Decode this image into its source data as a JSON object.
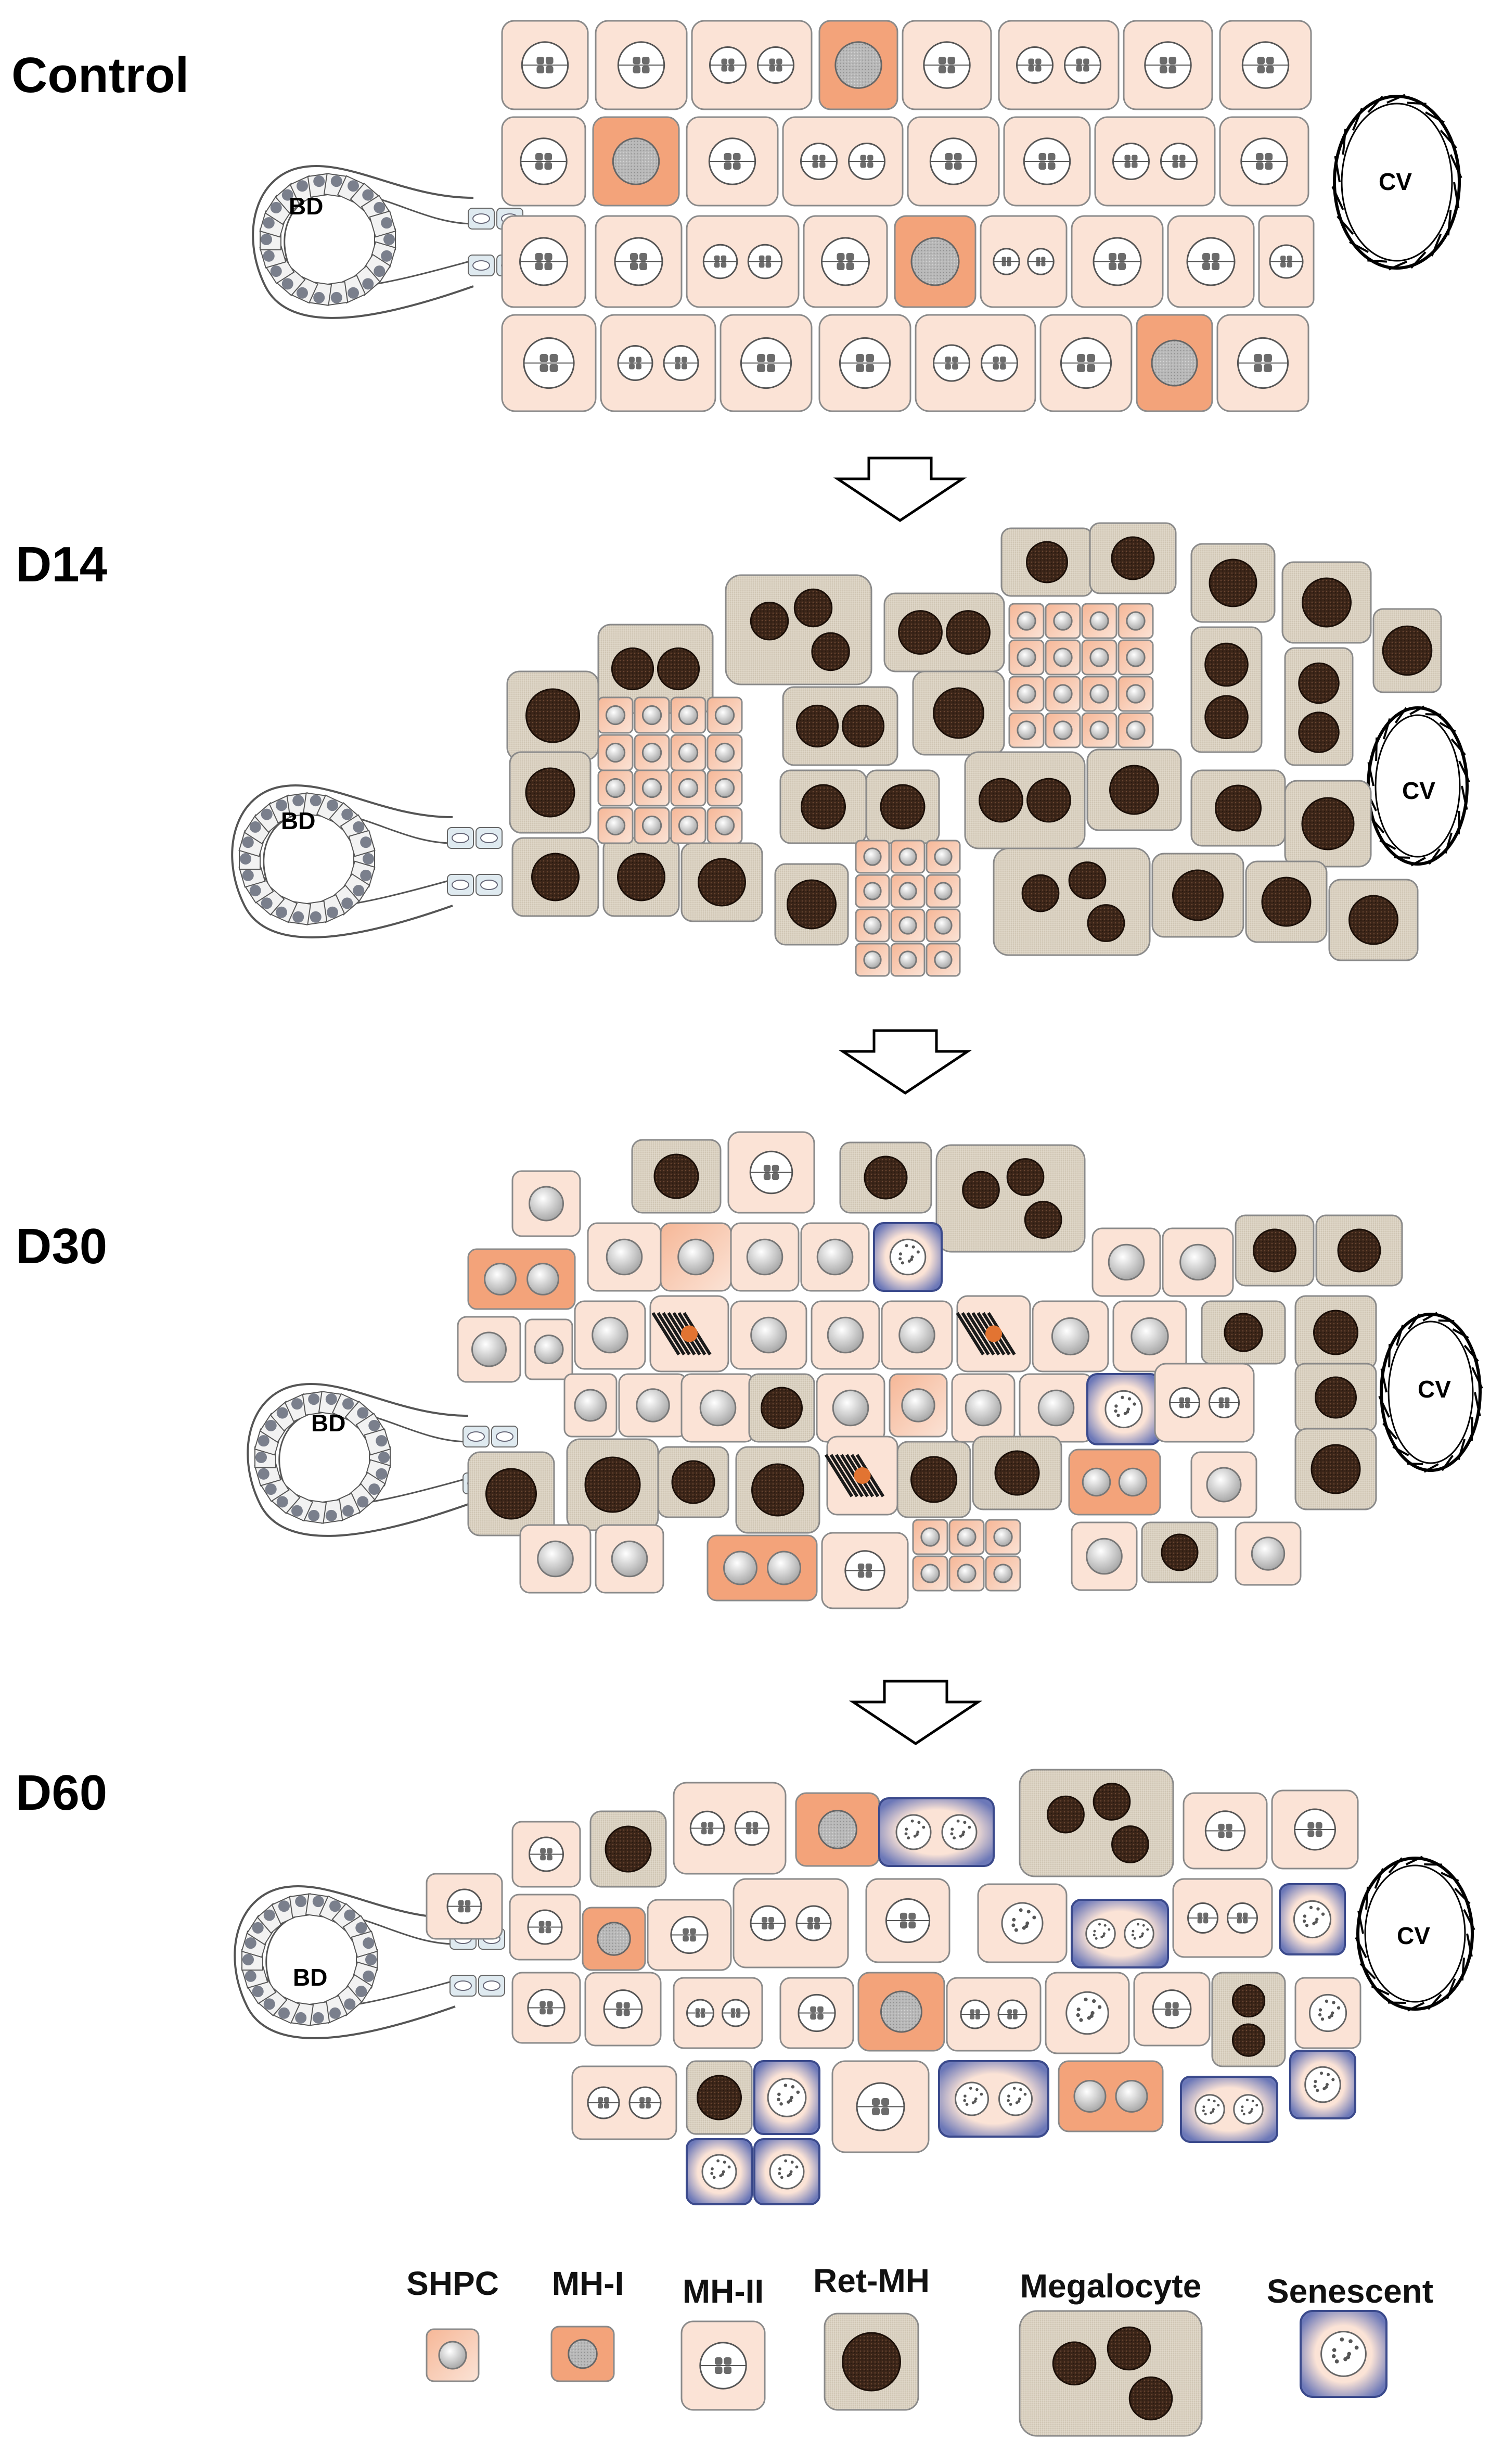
{
  "panels": [
    {
      "id": "control",
      "label": "Control"
    },
    {
      "id": "d14",
      "label": "D14"
    },
    {
      "id": "d30",
      "label": "D30"
    },
    {
      "id": "d60",
      "label": "D60"
    }
  ],
  "structures": {
    "bile_duct": "BD",
    "central_vein": "CV"
  },
  "legend": {
    "shpc": "SHPC",
    "mh1": "MH-I",
    "mh2": "MH-II",
    "retmh": "Ret-MH",
    "megalocyte": "Megalocyte",
    "senescent": "Senescent"
  },
  "colors": {
    "normal_cell_fill": "#fbe3d6",
    "cell_border": "#8a8a8a",
    "mh1_fill": "#f3a37a",
    "retmh_fill": "#d9d0c0",
    "dark_nucleus": "#3a2418",
    "senescent_border": "#3b4a8c"
  }
}
